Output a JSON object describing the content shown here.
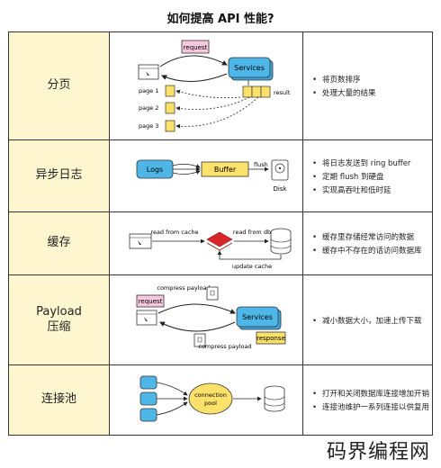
{
  "title": "如何提高 API 性能?",
  "rows": [
    {
      "label": "分页",
      "diagram": {
        "request": "request",
        "services": "Services",
        "result": "result",
        "page1": "page 1",
        "page2": "page 2",
        "page3": "page 3"
      },
      "notes": [
        "将页数排序",
        "处理大量的结果"
      ]
    },
    {
      "label": "异步日志",
      "diagram": {
        "logs": "Logs",
        "buffer": "Buffer",
        "flush": "flush",
        "disk": "Disk"
      },
      "notes": [
        "将日志发送到 ring buffer",
        "定期 flush 到硬盘",
        "实现高吞吐和低时延"
      ]
    },
    {
      "label": "缓存",
      "diagram": {
        "read_cache": "read from cache",
        "read_db": "read from db",
        "update_cache": "update cache"
      },
      "notes": [
        "缓存里存储经常访问的数据",
        "缓存中不存在的话访问数据库"
      ]
    },
    {
      "label_line1": "Payload",
      "label_line2": "压缩",
      "diagram": {
        "request": "request",
        "compress_payload_1": "compress payload",
        "services": "Services",
        "response": "response",
        "compress_payload_2": "compress payload"
      },
      "notes": [
        "减小数据大小，加速上传下载"
      ]
    },
    {
      "label": "连接池",
      "diagram": {
        "pool_line1": "connection",
        "pool_line2": "pool"
      },
      "notes": [
        "打开和关闭数据库连接增加开销",
        "连接池维护一系列连接以供复用"
      ]
    }
  ],
  "watermark": "码界编程网",
  "colors": {
    "label_bg": "#fdf6cf",
    "blue": "#4fb6e8",
    "yellow": "#fce26a",
    "pink": "#f6c8df",
    "red": "#d8262a"
  }
}
